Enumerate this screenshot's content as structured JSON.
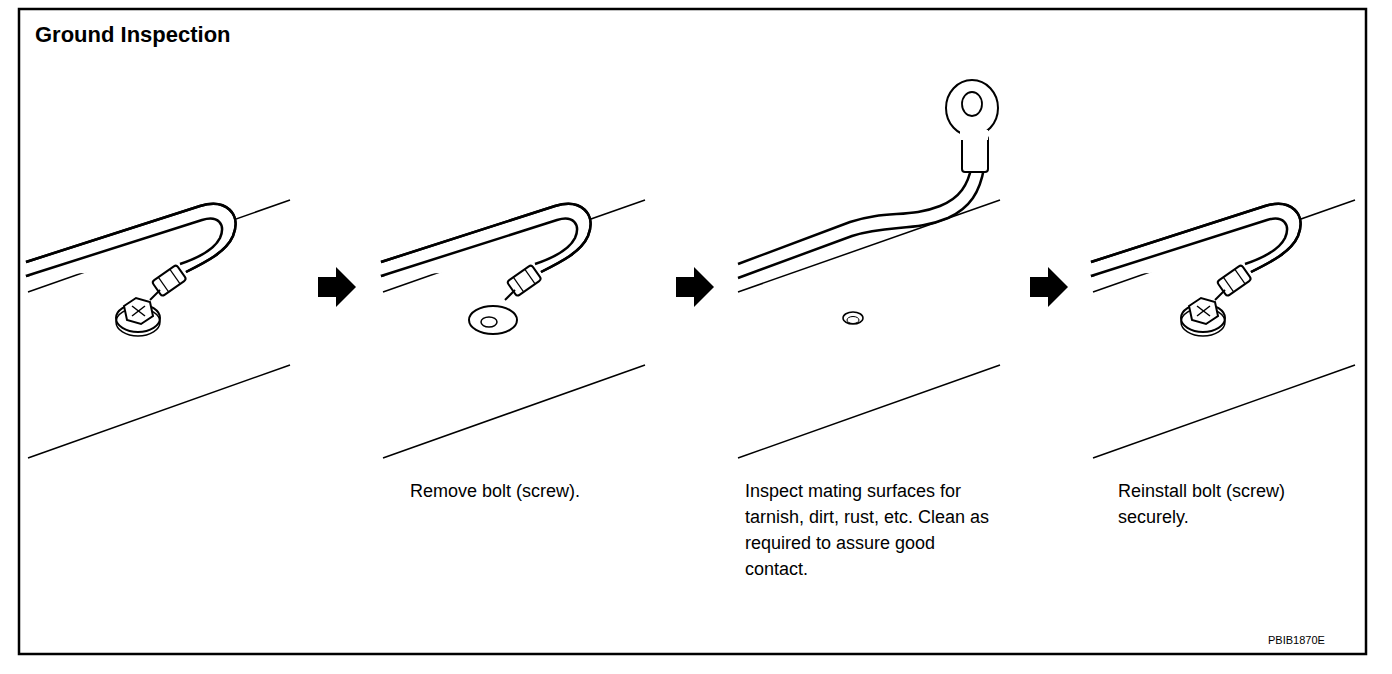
{
  "diagram": {
    "title": "Ground Inspection",
    "labels": [
      "Remove bolt (screw).",
      "Inspect mating surfaces for tarnish, dirt, rust, etc. Clean as required to assure good contact.",
      "Reinstall bolt (screw) securely.",
      "PBIB1870E"
    ]
  }
}
